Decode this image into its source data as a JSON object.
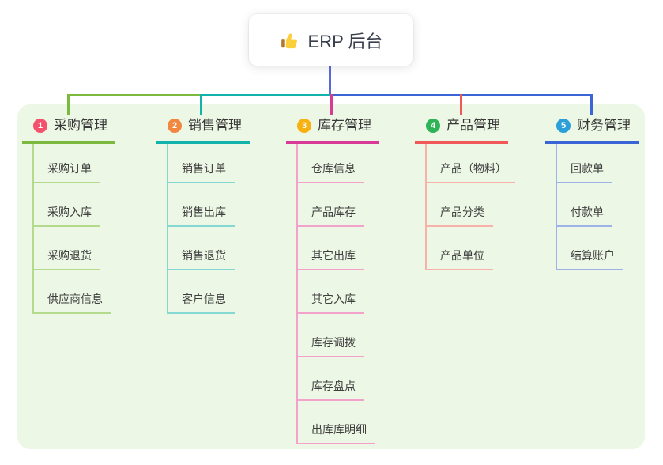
{
  "root": {
    "label": "ERP 后台",
    "icon": "thumbs-up-icon",
    "connector_color": "#5b68dd"
  },
  "panel": {
    "bg": "#ecf7e5"
  },
  "branches": [
    {
      "index": "1",
      "label": "采购管理",
      "colors": {
        "badge": "#f4516c",
        "line": "#7cb93f",
        "light": "#b4da8c"
      },
      "children": [
        "采购订单",
        "采购入库",
        "采购退货",
        "供应商信息"
      ]
    },
    {
      "index": "2",
      "label": "销售管理",
      "colors": {
        "badge": "#f2873f",
        "line": "#12b3ab",
        "light": "#84d8d1"
      },
      "children": [
        "销售订单",
        "销售出库",
        "销售退货",
        "客户信息"
      ]
    },
    {
      "index": "3",
      "label": "库存管理",
      "colors": {
        "badge": "#f9b011",
        "line": "#d93a96",
        "light": "#f3a2cc"
      },
      "children": [
        "仓库信息",
        "产品库存",
        "其它出库",
        "其它入库",
        "库存调拨",
        "库存盘点",
        "出库库明细"
      ]
    },
    {
      "index": "4",
      "label": "产品管理",
      "colors": {
        "badge": "#2eb457",
        "line": "#f15658",
        "light": "#f9b1ab"
      },
      "children": [
        "产品（物料）",
        "产品分类",
        "产品单位"
      ]
    },
    {
      "index": "5",
      "label": "财务管理",
      "colors": {
        "badge": "#2b9fd7",
        "line": "#3b64d6",
        "light": "#9db2e8"
      },
      "children": [
        "回款单",
        "付款单",
        "结算账户"
      ]
    }
  ]
}
